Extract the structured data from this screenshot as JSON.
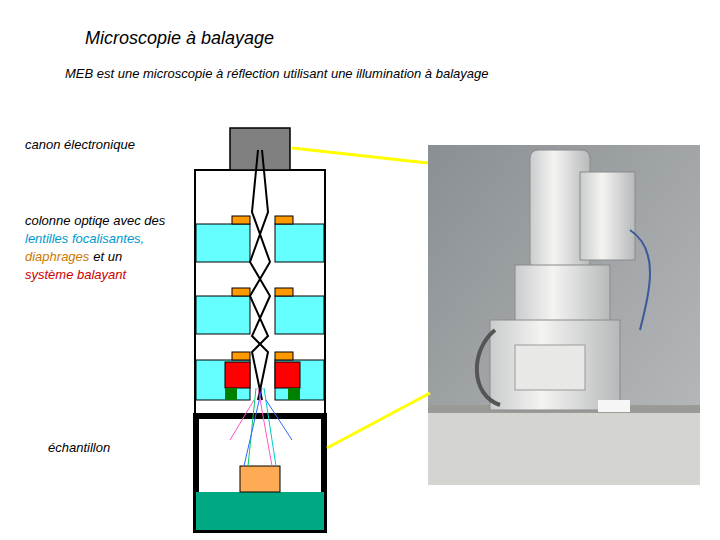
{
  "diagram": {
    "title": "Microscopie à balayage",
    "labels": [
      "MEB est une microscopie à réflection utilisant une illumination à balayage",
      "canon électronique",
      "colonne optiqe avec des",
      "lentilles focalisantes,",
      "diaphrages",
      "et un",
      "système balayant",
      "échantillon"
    ]
  }
}
